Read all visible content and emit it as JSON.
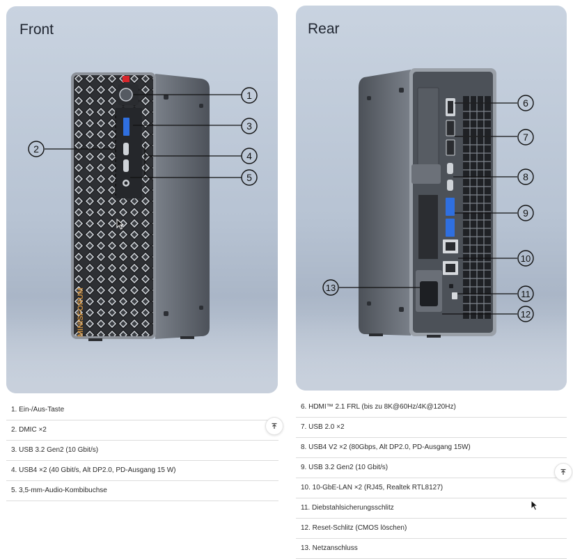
{
  "front": {
    "title": "Front",
    "brand": "MINISFORUM",
    "callouts": [
      "1",
      "2",
      "3",
      "4",
      "5"
    ],
    "items": [
      "1. Ein-/Aus-Taste",
      "2. DMIC ×2",
      "3. USB 3.2 Gen2 (10 Gbit/s)",
      "4. USB4 ×2 (40 Gbit/s, Alt DP2.0, PD-Ausgang 15 W)",
      "5. 3,5-mm-Audio-Kombibuchse"
    ]
  },
  "rear": {
    "title": "Rear",
    "callouts": [
      "6",
      "7",
      "8",
      "9",
      "10",
      "11",
      "12",
      "13"
    ],
    "items": [
      "6. HDMI™ 2.1 FRL (bis zu 8K@60Hz/4K@120Hz)",
      "7. USB 2.0 ×2",
      "8. USB4 V2 ×2 (80Gbps, Alt DP2.0, PD-Ausgang 15W)",
      "9. USB 3.2 Gen2 (10 Gbit/s)",
      "10. 10-GbE-LAN ×2 (RJ45, Realtek RTL8127)",
      "11. Diebstahlsicherungsschlitz",
      "12. Reset-Schlitz (CMOS löschen)",
      "13. Netzanschluss"
    ]
  },
  "icons": {
    "scroll_top": "arrow-up-to-top-icon",
    "cursor": "mouse-cursor-icon"
  },
  "colors": {
    "usb_blue": "#2f6fe0",
    "power_red": "#d7262c",
    "device_body": "#5b6068"
  }
}
